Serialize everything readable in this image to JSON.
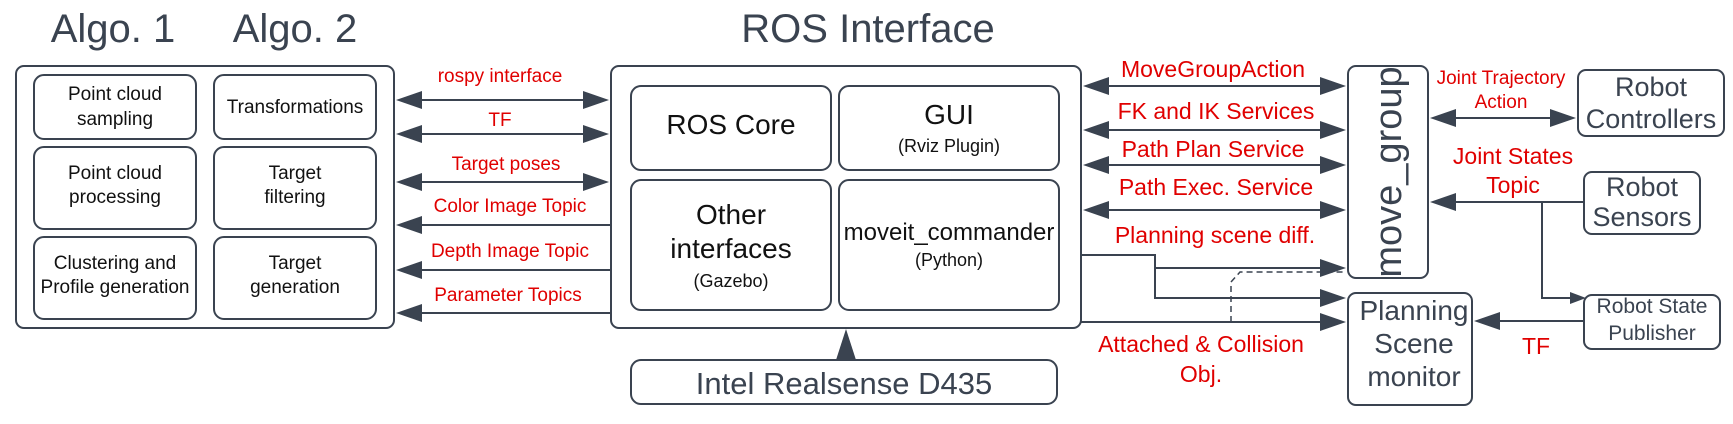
{
  "colors": {
    "stroke": "#3a4350",
    "edge_label": "#e00000",
    "text": "#111111"
  },
  "titles": {
    "algo1": "Algo. 1",
    "algo2": "Algo. 2",
    "ros_interface": "ROS Interface"
  },
  "algo1": {
    "box1": [
      "Point cloud",
      "sampling"
    ],
    "box2": [
      "Point cloud",
      "processing"
    ],
    "box3": [
      "Clustering and",
      "Profile generation"
    ]
  },
  "algo2": {
    "box1": "Transformations",
    "box2": [
      "Target",
      "filtering"
    ],
    "box3": [
      "Target",
      "generation"
    ]
  },
  "ros": {
    "core": "ROS Core",
    "gui": "GUI",
    "gui_sub": "(Rviz Plugin)",
    "other": [
      "Other",
      "interfaces"
    ],
    "other_sub": "(Gazebo)",
    "commander": "moveit_commander",
    "commander_sub": "(Python)"
  },
  "camera": "Intel Realsense D435",
  "left_edges": [
    "rospy interface",
    "TF",
    "Target poses",
    "Color Image Topic",
    "Depth Image Topic",
    "Parameter Topics"
  ],
  "right_edges": [
    "MoveGroupAction",
    "FK and IK Services",
    "Path Plan Service",
    "Path Exec. Service",
    "Planning scene diff."
  ],
  "attached_label": [
    "Attached & Collision",
    "Obj."
  ],
  "move_group": "move_group",
  "planning_scene": [
    "Planning",
    "Scene",
    "monitor"
  ],
  "robot_controllers": [
    "Robot",
    "Controllers"
  ],
  "robot_sensors": [
    "Robot",
    "Sensors"
  ],
  "robot_state_publisher": [
    "Robot State",
    "Publisher"
  ],
  "joint_trajectory": [
    "Joint Trajectory",
    "Action"
  ],
  "joint_states": [
    "Joint States",
    "Topic"
  ],
  "tf_label": "TF"
}
